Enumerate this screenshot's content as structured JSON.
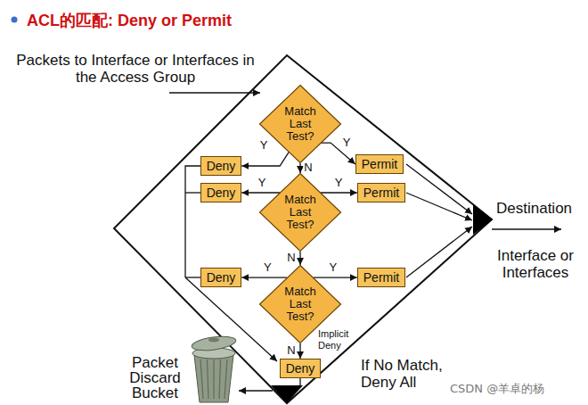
{
  "diagram": {
    "title": "ACL的匹配: Deny or Permit",
    "nodes": [
      {
        "text": [
          "Match Last Test?"
        ]
      },
      {
        "text": [
          "Deny"
        ]
      },
      {
        "text": [
          "Permit"
        ]
      },
      {
        "text": [
          "Deny"
        ]
      },
      {
        "text": [
          "Match Last Test?"
        ]
      },
      {
        "text": [
          "Permit"
        ]
      },
      {
        "text": [
          "Deny"
        ]
      },
      {
        "text": [
          "Match Last Test?"
        ]
      },
      {
        "text": [
          "Permit"
        ]
      },
      {
        "text": [
          "Deny"
        ]
      }
    ],
    "edges": [
      {
        "from": 0,
        "to": 1,
        "arrow": "to",
        "label": "Y"
      },
      {
        "from": 0,
        "to": 2,
        "arrow": "to",
        "label": "Y"
      },
      {
        "from": 0,
        "to": 4,
        "arrow": "to",
        "label": "N"
      },
      {
        "from": 4,
        "to": 3,
        "arrow": "to",
        "label": "Y"
      },
      {
        "from": 4,
        "to": 5,
        "arrow": "to",
        "label": "Y"
      },
      {
        "from": 4,
        "to": 7,
        "arrow": "to",
        "label": "N"
      },
      {
        "from": 7,
        "to": 6,
        "arrow": "to",
        "label": "Y"
      },
      {
        "from": 7,
        "to": 8,
        "arrow": "to",
        "label": "Y"
      },
      {
        "from": 7,
        "to": 9,
        "arrow": "to",
        "label": "N"
      }
    ],
    "labels": [
      "Packets to Interface or Interfaces in the Access Group",
      "Implicit Deny",
      "Destination",
      "Interface or Interfaces",
      "Packet Discard Bucket",
      "If No Match, Deny All",
      "CSDN @羊卓的杨"
    ]
  }
}
